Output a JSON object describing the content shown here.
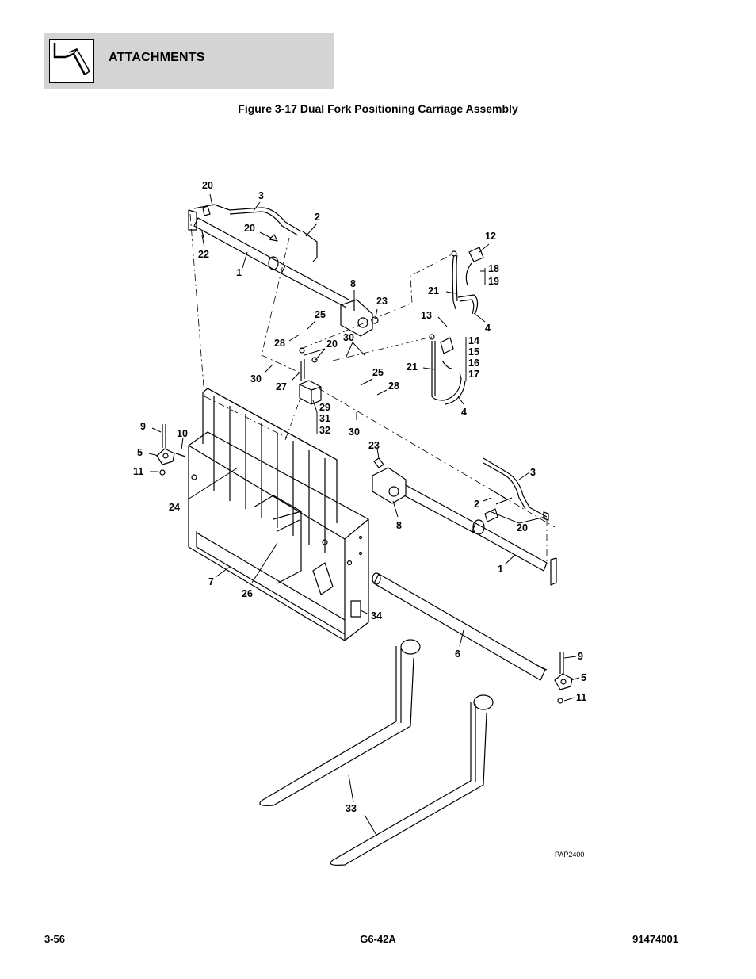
{
  "header": {
    "section_title": "ATTACHMENTS",
    "icon": "fork-carriage-icon"
  },
  "figure": {
    "title": "Figure 3-17 Dual Fork Positioning Carriage Assembly",
    "drawing_code": "PAP2400",
    "callouts": {
      "c20a": "20",
      "c3a": "3",
      "c2a": "2",
      "c20b": "20",
      "c22": "22",
      "c1a": "1",
      "c8a": "8",
      "c23a": "23",
      "c25a": "25",
      "c28a": "28",
      "c20c": "20",
      "c30a": "30",
      "c30b": "30",
      "c27": "27",
      "c29": "29",
      "c31": "31",
      "c32": "32",
      "c25b": "25",
      "c28b": "28",
      "c30c": "30",
      "c12": "12",
      "c18": "18",
      "c19": "19",
      "c21a": "21",
      "c4a": "4",
      "c13": "13",
      "c14": "14",
      "c15": "15",
      "c16": "16",
      "c17": "17",
      "c21b": "21",
      "c4b": "4",
      "c9a": "9",
      "c10": "10",
      "c5a": "5",
      "c11a": "11",
      "c24": "24",
      "c7": "7",
      "c26": "26",
      "c23b": "23",
      "c8b": "8",
      "c3b": "3",
      "c2b": "2",
      "c20d": "20",
      "c1b": "1",
      "c34": "34",
      "c6": "6",
      "c9b": "9",
      "c5b": "5",
      "c11b": "11",
      "c33": "33"
    }
  },
  "footer": {
    "page_number": "3-56",
    "model": "G6-42A",
    "part_number": "91474001"
  }
}
